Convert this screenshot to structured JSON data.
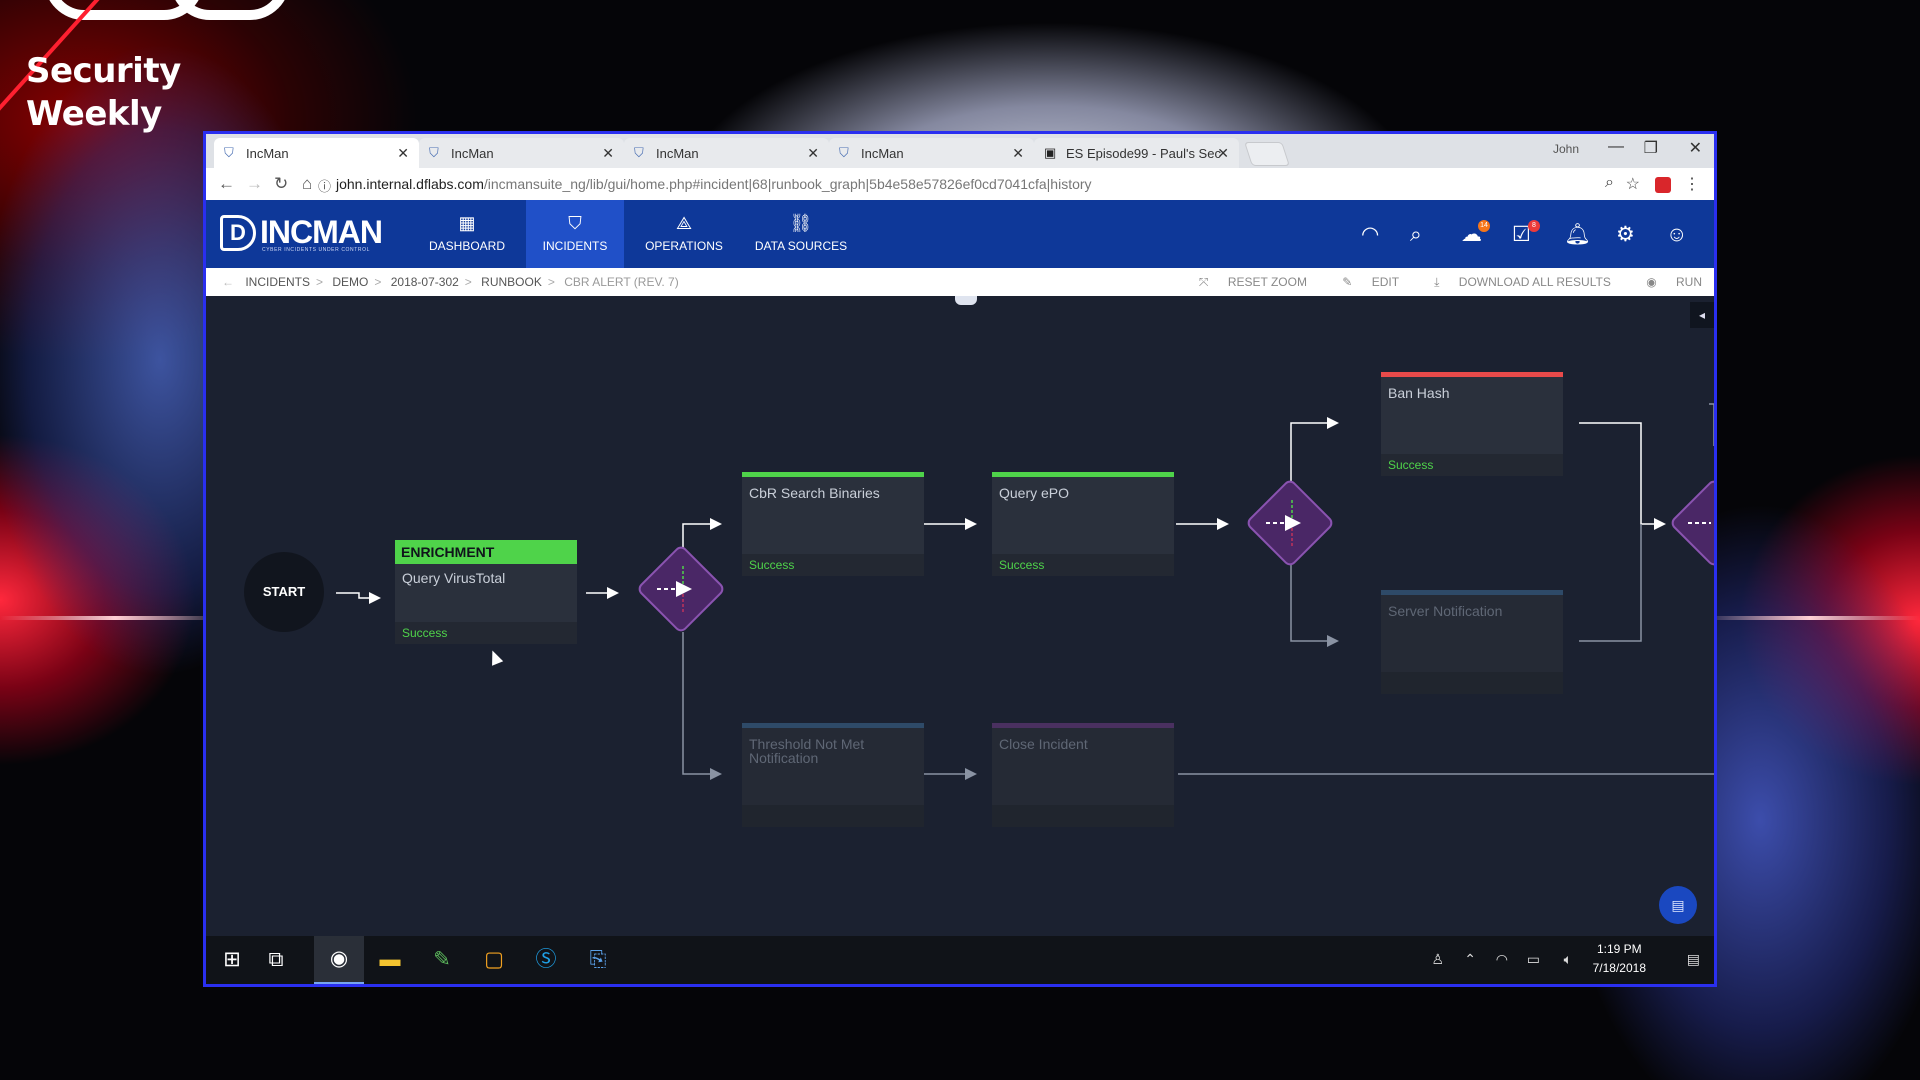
{
  "overlay": {
    "show_name_line1": "Security",
    "show_name_line2": "Weekly"
  },
  "browser": {
    "tabs": [
      {
        "label": "IncMan",
        "icon": "shield-icon"
      },
      {
        "label": "IncMan",
        "icon": "shield-icon"
      },
      {
        "label": "IncMan",
        "icon": "shield-icon"
      },
      {
        "label": "IncMan",
        "icon": "shield-icon"
      },
      {
        "label": "ES Episode99 - Paul's Sec",
        "icon": "video-icon"
      }
    ],
    "profile_name": "John",
    "url_host": "john.internal.dflabs.com",
    "url_path": "/incmansuite_ng/lib/gui/home.php#incident|68|runbook_graph|5b4e58e57826ef0cd7041cfa|history"
  },
  "app": {
    "brand_name": "INCMAN",
    "brand_tagline": "CYBER INCIDENTS UNDER CONTROL",
    "nav": [
      {
        "label": "DASHBOARD",
        "icon": "dashboard-icon",
        "active": false
      },
      {
        "label": "INCIDENTS",
        "icon": "shield-icon",
        "active": true
      },
      {
        "label": "OPERATIONS",
        "icon": "operations-icon",
        "active": false
      },
      {
        "label": "DATA SOURCES",
        "icon": "data-sources-icon",
        "active": false
      }
    ],
    "badges": {
      "chat": "14",
      "tasks": "8"
    },
    "breadcrumb": [
      "INCIDENTS",
      "DEMO",
      "2018-07-302",
      "RUNBOOK",
      "CBR ALERT (REV. 7)"
    ],
    "actions": {
      "reset_zoom": "RESET ZOOM",
      "edit": "EDIT",
      "download": "DOWNLOAD ALL RESULTS",
      "run": "RUN"
    }
  },
  "runbook": {
    "start_label": "START",
    "nodes": [
      {
        "id": "query-virustotal",
        "header": "ENRICHMENT",
        "title": "Query VirusTotal",
        "status": "Success"
      },
      {
        "id": "cbr-search-binaries",
        "title": "CbR Search Binaries",
        "status": "Success"
      },
      {
        "id": "query-epo",
        "title": "Query ePO",
        "status": "Success"
      },
      {
        "id": "ban-hash",
        "title": "Ban Hash",
        "status": "Success"
      },
      {
        "id": "server-notification",
        "title": "Server Notification",
        "status": ""
      },
      {
        "id": "threshold-not-met",
        "title": "Threshold Not Met Notification",
        "status": ""
      },
      {
        "id": "close-incident",
        "title": "Close Incident",
        "status": ""
      }
    ],
    "colors": {
      "success": "#4fd34a",
      "error": "#e84a4a",
      "decision": "#5b2e78",
      "pending": "#2e4a68"
    }
  },
  "taskbar": {
    "time": "1:19 PM",
    "date": "7/18/2018"
  }
}
